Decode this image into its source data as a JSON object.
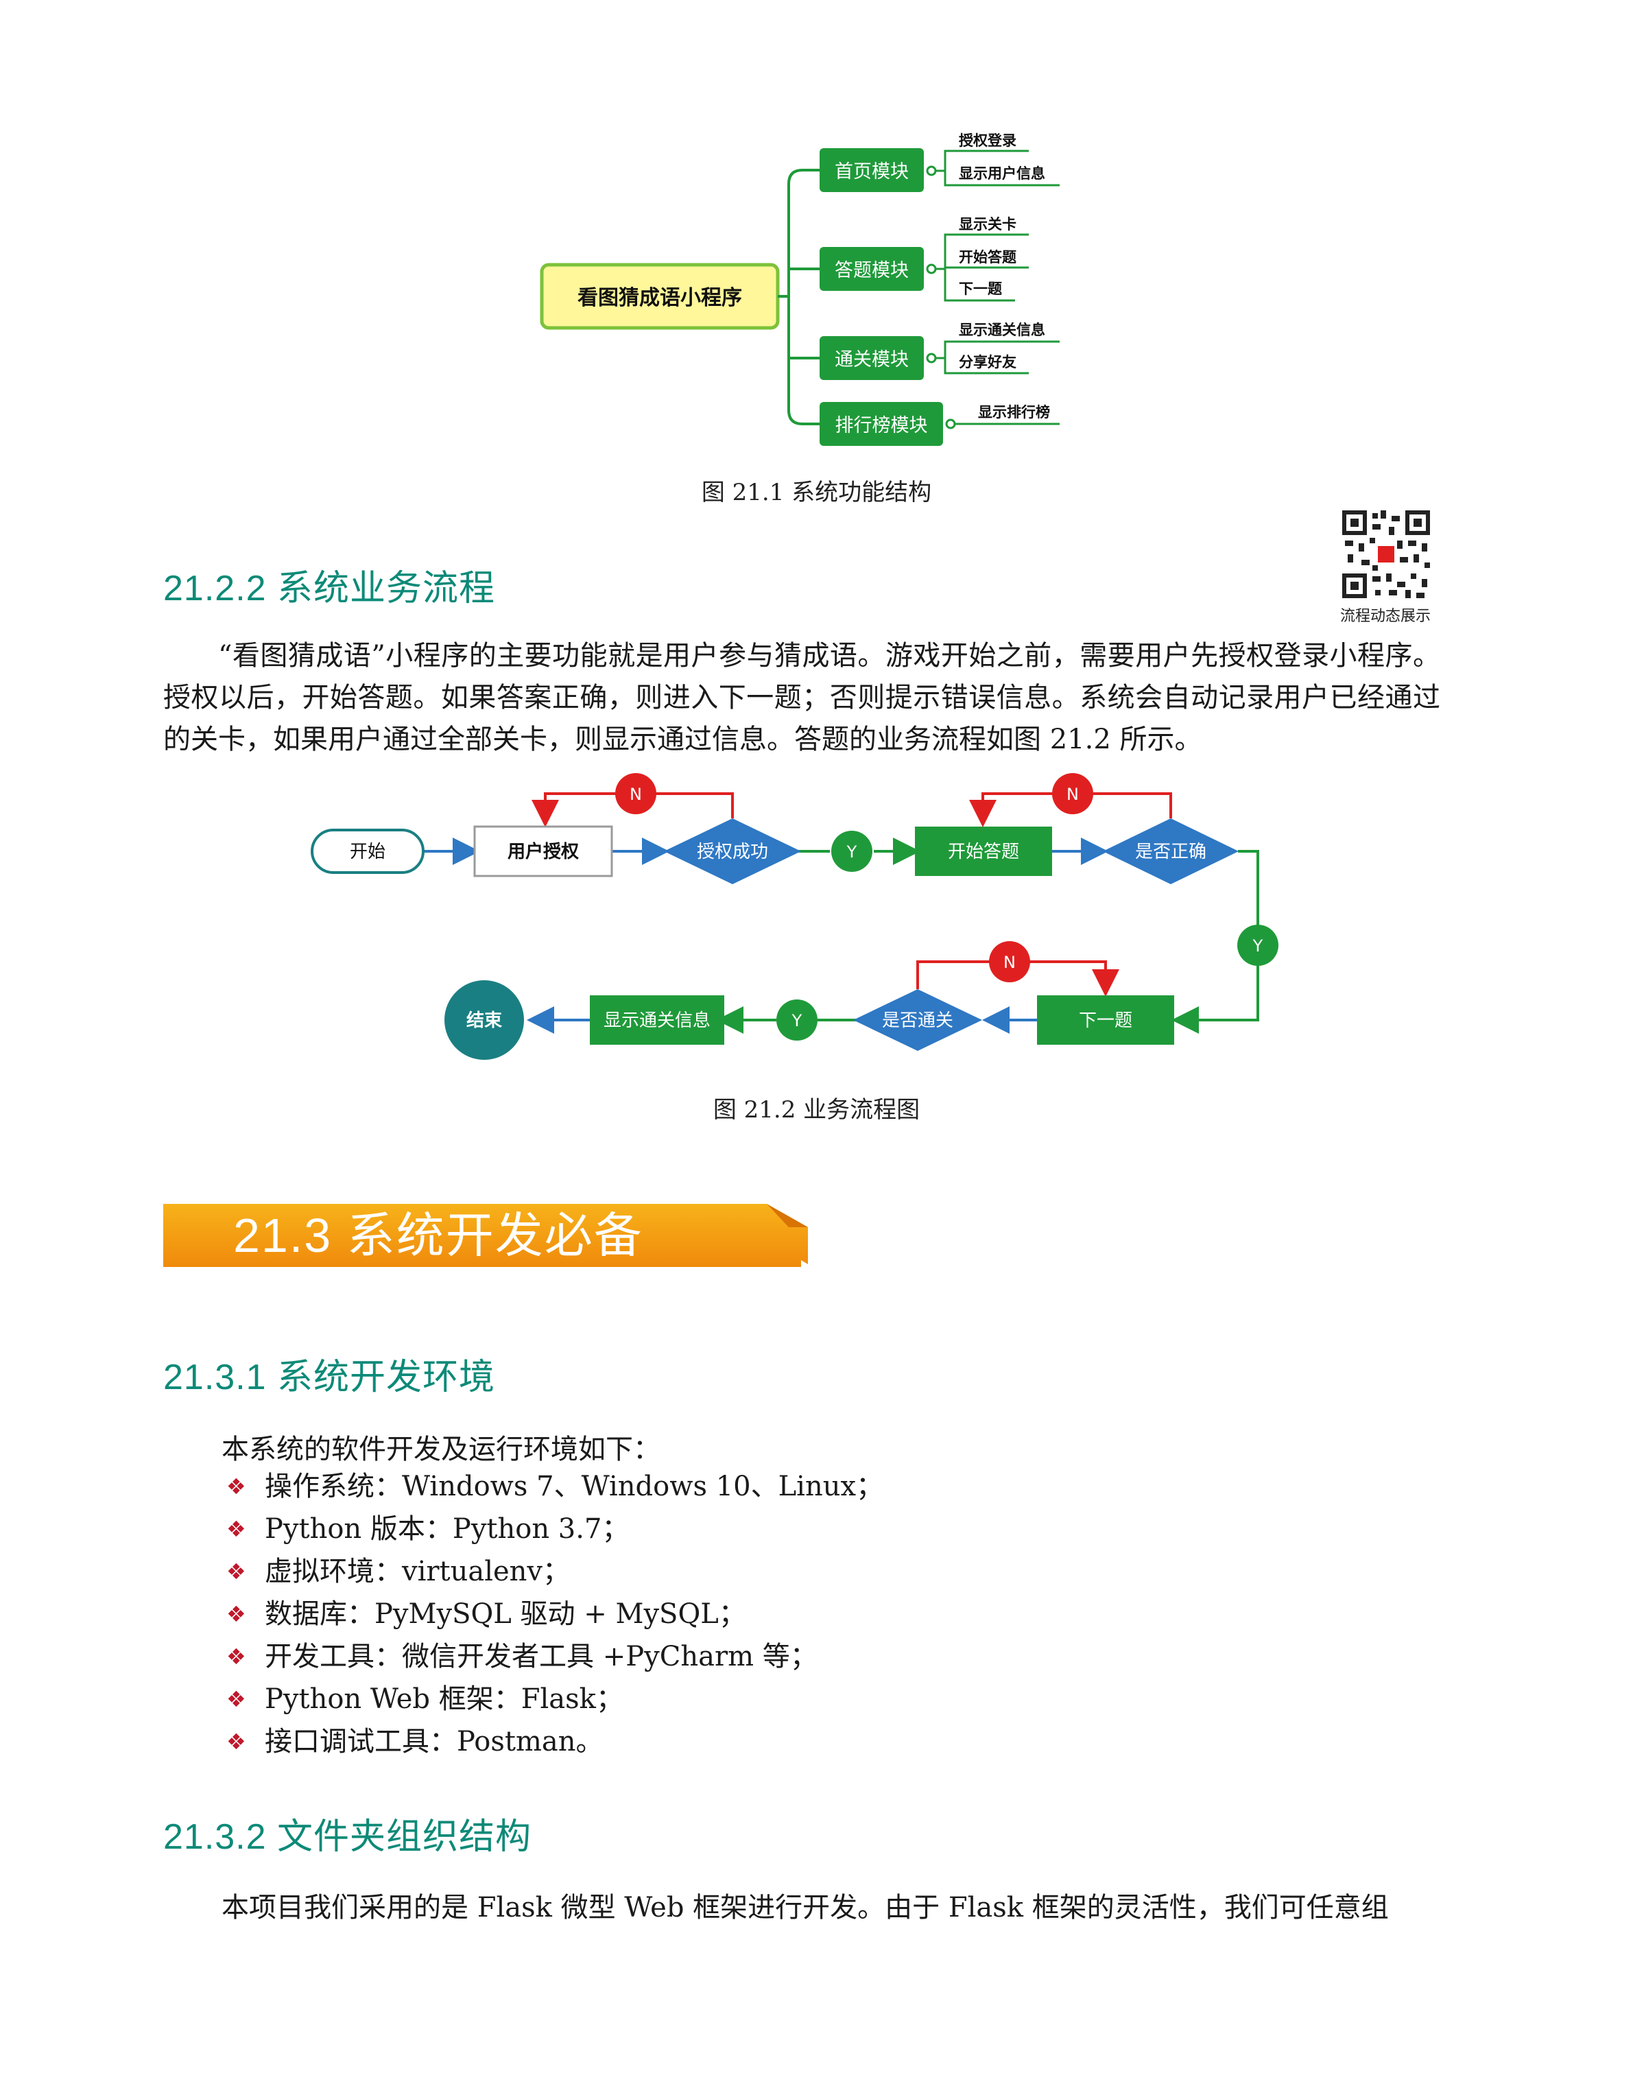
{
  "fig1": {
    "root": "看图猜成语小程序",
    "modules": [
      {
        "name": "首页模块",
        "items": [
          "授权登录",
          "显示用户信息"
        ]
      },
      {
        "name": "答题模块",
        "items": [
          "显示关卡",
          "开始答题",
          "下一题"
        ]
      },
      {
        "name": "通关模块",
        "items": [
          "显示通关信息",
          "分享好友"
        ]
      },
      {
        "name": "排行榜模块",
        "items": [
          "显示排行榜"
        ]
      }
    ],
    "caption": "图 21.1  系统功能结构"
  },
  "sec_21_2_2": {
    "heading": "21.2.2  系统业务流程",
    "qr_label": "流程动态展示",
    "paragraph": "“看图猜成语”小程序的主要功能就是用户参与猜成语。游戏开始之前，需要用户先授权登录小程序。授权以后，开始答题。如果答案正确，则进入下一题；否则提示错误信息。系统会自动记录用户已经通过的关卡，如果用户通过全部关卡，则显示通过信息。答题的业务流程如图 21.2 所示。"
  },
  "fig2": {
    "nodes": {
      "start": "开始",
      "auth": "用户授权",
      "auth_ok": "授权成功",
      "begin": "开始答题",
      "correct": "是否正确",
      "next": "下一题",
      "passed": "是否通关",
      "show_pass": "显示通关信息",
      "end": "结束"
    },
    "yes": "Y",
    "no": "N",
    "caption": "图 21.2  业务流程图"
  },
  "sec_21_3": {
    "banner": "21.3  系统开发必备"
  },
  "sec_21_3_1": {
    "heading": "21.3.1  系统开发环境",
    "intro": "本系统的软件开发及运行环境如下：",
    "items": [
      "操作系统：Windows 7、Windows 10、Linux；",
      "Python 版本：Python  3.7；",
      "虚拟环境：virtualenv；",
      "数据库：PyMySQL 驱动 + MySQL；",
      "开发工具：微信开发者工具 +PyCharm 等；",
      "Python Web 框架：Flask；",
      "接口调试工具：Postman。"
    ]
  },
  "sec_21_3_2": {
    "heading": "21.3.2  文件夹组织结构",
    "paragraph": "本项目我们采用的是 Flask 微型 Web 框架进行开发。由于 Flask 框架的灵活性，我们可任意组"
  },
  "colors": {
    "green": "#1f9a3a",
    "blue": "#2f78c4",
    "red": "#e02020",
    "teal": "#1a7f82",
    "heading": "#0d8a78",
    "banner": "#f39c12",
    "root_fill": "#fff79a",
    "root_border": "#7cc23a"
  }
}
